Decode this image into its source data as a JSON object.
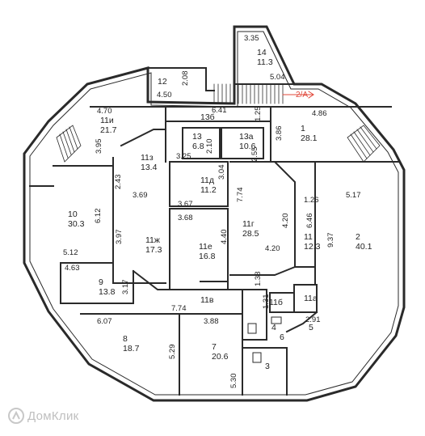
{
  "rooms": [
    {
      "id": "r14",
      "num": "14",
      "area": "11.3"
    },
    {
      "id": "r12",
      "num": "12",
      "area": ""
    },
    {
      "id": "r11i",
      "num": "11и",
      "area": "21.7"
    },
    {
      "id": "r13b",
      "num": "13б",
      "area": ""
    },
    {
      "id": "r13",
      "num": "13",
      "area": "6.8"
    },
    {
      "id": "r13a",
      "num": "13а",
      "area": "10.6"
    },
    {
      "id": "r1",
      "num": "1",
      "area": "28.1"
    },
    {
      "id": "r11z",
      "num": "11з",
      "area": "13.4"
    },
    {
      "id": "r11d",
      "num": "11д",
      "area": "11.2"
    },
    {
      "id": "r10",
      "num": "10",
      "area": "30.3"
    },
    {
      "id": "r11g",
      "num": "11г",
      "area": "28.5"
    },
    {
      "id": "r2",
      "num": "2",
      "area": "40.1"
    },
    {
      "id": "r11zh",
      "num": "11ж",
      "area": "17.3"
    },
    {
      "id": "r11e",
      "num": "11е",
      "area": "16.8"
    },
    {
      "id": "r11",
      "num": "11",
      "area": "12.3"
    },
    {
      "id": "r9",
      "num": "9",
      "area": "13.8"
    },
    {
      "id": "r11v",
      "num": "11в",
      "area": ""
    },
    {
      "id": "r11b",
      "num": "11б",
      "area": ""
    },
    {
      "id": "r11a",
      "num": "11а",
      "area": ""
    },
    {
      "id": "r8",
      "num": "8",
      "area": "18.7"
    },
    {
      "id": "r7",
      "num": "7",
      "area": "20.6"
    },
    {
      "id": "r4",
      "num": "4",
      "area": ""
    },
    {
      "id": "r5",
      "num": "5",
      "area": ""
    },
    {
      "id": "r6",
      "num": "6",
      "area": ""
    },
    {
      "id": "r3",
      "num": "3",
      "area": ""
    }
  ],
  "dimensions": [
    "3.35",
    "5.04",
    "2.08",
    "4.50",
    "4.70",
    "6.41",
    "1.25",
    "4.86",
    "3.95",
    "3.25",
    "2.10",
    "2.55",
    "3.86",
    "2.43",
    "3.04",
    "3.69",
    "3.67",
    "7.74",
    "1.26",
    "5.17",
    "6.12",
    "3.68",
    "4.20",
    "6.46",
    "3.97",
    "4.40",
    "9.37",
    "5.12",
    "4.20",
    "4.63",
    "3.17",
    "1.38",
    "7.74",
    "1.31",
    "6.07",
    "3.88",
    "2.91",
    "5.29",
    "5.30"
  ],
  "annotations": {
    "stair_label": "2/А"
  },
  "watermark": {
    "text": "ДомКлик"
  }
}
